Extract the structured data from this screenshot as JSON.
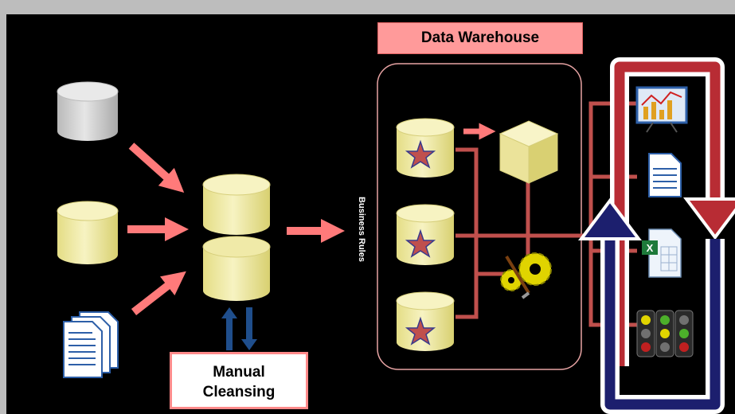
{
  "labels": {
    "warehouse_title": "Data Warehouse",
    "cleansing_line1": "Manual",
    "cleansing_line2": "Cleansing",
    "business_rules": "Business Rules"
  },
  "icons": {
    "source_db_grey": "database-icon",
    "source_db_yellow": "database-icon",
    "source_documents": "documents-icon",
    "staging_db": "database-icon",
    "warehouse_db_star": "star-schema-database-icon",
    "cube": "olap-cube-icon",
    "gears": "gears-icon",
    "report_chart": "chart-report-icon",
    "report_document": "document-icon",
    "report_excel": "excel-icon",
    "traffic_lights": "traffic-lights-icon"
  },
  "colors": {
    "background": "#000000",
    "arrow_salmon": "#ff7a7a",
    "connector": "#c0504d",
    "db_yellow": "#f2eeaa",
    "db_grey": "#d4d4d4",
    "loop_red": "#b82c34",
    "loop_blue": "#1c1f6e",
    "title_fill": "#ff9a9a"
  }
}
